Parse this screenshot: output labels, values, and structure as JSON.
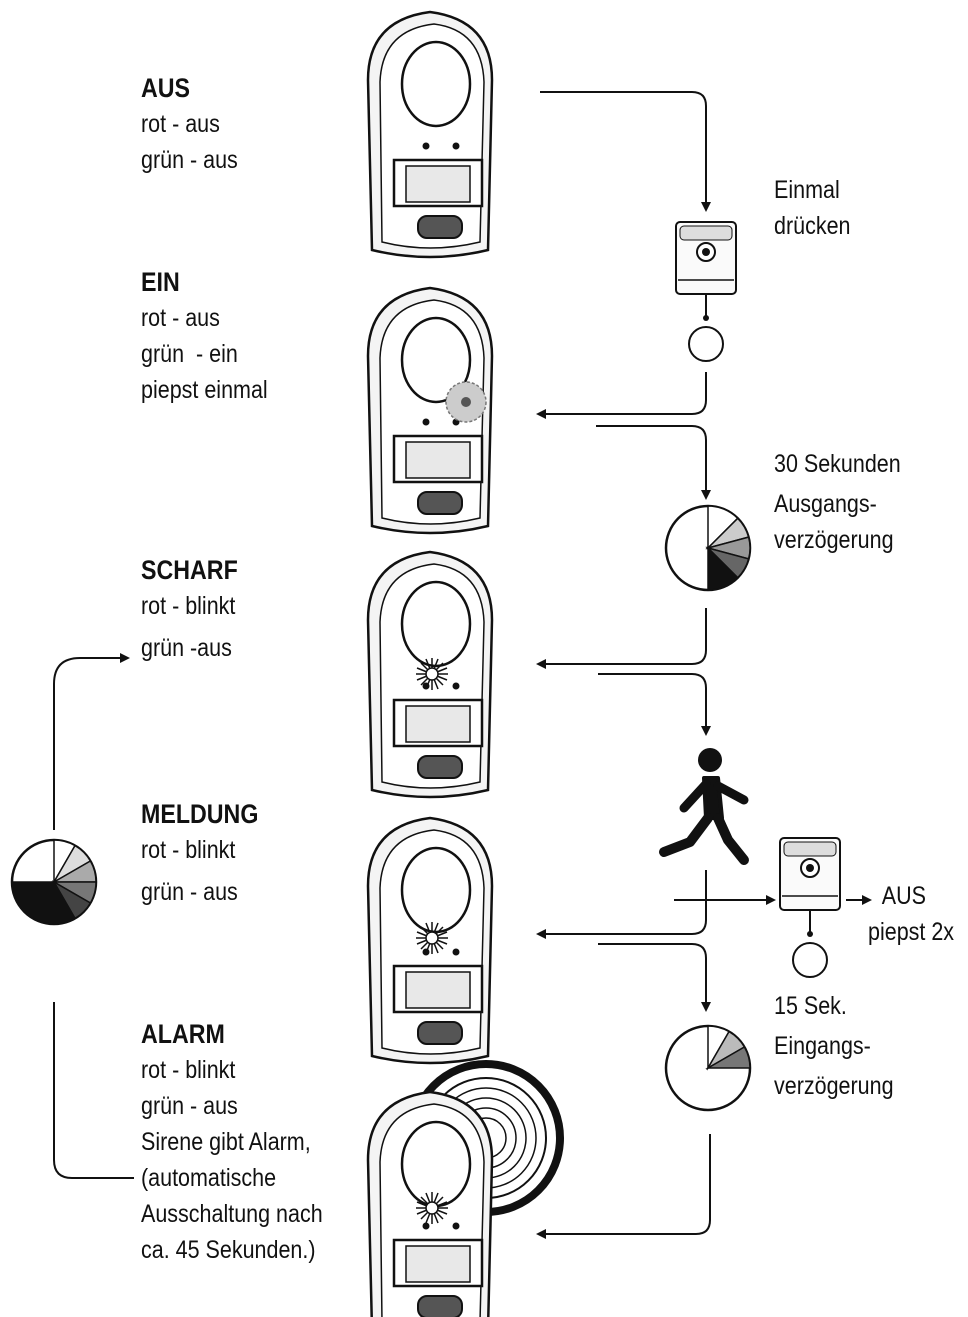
{
  "states": [
    {
      "title": "AUS",
      "lines": [
        "rot - aus",
        "grün - aus"
      ]
    },
    {
      "title": "EIN",
      "lines": [
        "rot - aus",
        "grün  - ein",
        "piepst einmal"
      ]
    },
    {
      "title": "SCHARF",
      "lines": [
        "rot - blinkt",
        "grün -aus"
      ]
    },
    {
      "title": "MELDUNG",
      "lines": [
        "rot - blinkt",
        "grün - aus"
      ]
    },
    {
      "title": "ALARM",
      "lines": [
        "rot - blinkt",
        "grün - aus",
        "Sirene gibt Alarm,",
        "(automatische",
        "Ausschaltung nach",
        "ca. 45 Sekunden.)"
      ]
    }
  ],
  "annotations": {
    "press_once": [
      "Einmal",
      "drücken"
    ],
    "exit_delay": [
      "30 Sekunden",
      "Ausgangs-",
      "verzögerung"
    ],
    "off_result": [
      "AUS",
      "piepst 2x"
    ],
    "entry_delay": [
      "15 Sek.",
      "Eingangs-",
      "verzögerung"
    ]
  },
  "colors": {
    "ink": "#111111",
    "paper": "#ffffff",
    "shade": "#888888"
  }
}
